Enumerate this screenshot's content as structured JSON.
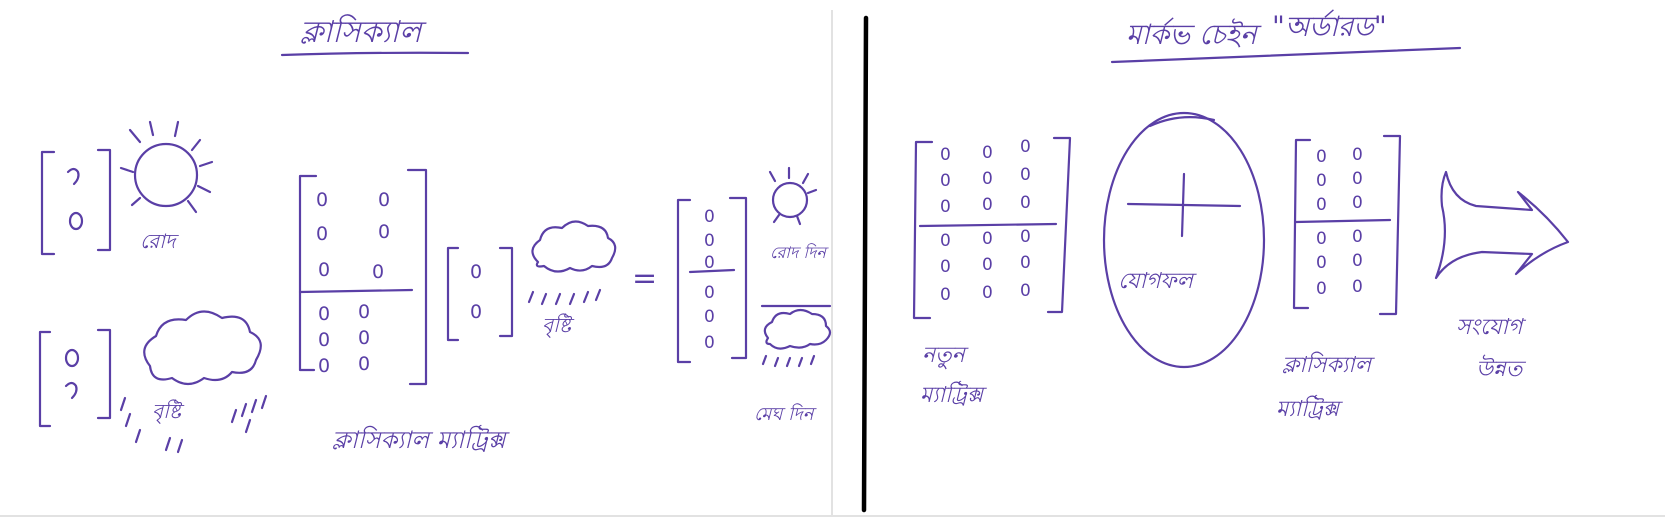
{
  "left_panel": {
    "title": "ক্লাসিক্যাল",
    "sun_label": "রোদ",
    "rain_label": "বৃষ্টি",
    "rain_label_small": "বৃষ্টি",
    "matrix_caption": "ক্লাসিক্যাল ম্যাট্রিক্স",
    "result_label_top": "রোদ দিন",
    "result_label_bottom": "মেঘ দিন",
    "equals": "="
  },
  "right_panel": {
    "title": "মার্কভ চেইন",
    "title_quote": "\"অর্ডারড\"",
    "plus": "+",
    "plus_caption": "যোগফল",
    "matrix_left_caption_1": "নতুন",
    "matrix_left_caption_2": "ম্যাট্রিক্স",
    "matrix_right_caption_1": "ক্লাসিক্যাল",
    "matrix_right_caption_2": "ম্যাট্রিক্স",
    "arrow_caption_1": "সংযোগ",
    "arrow_caption_2": "উন্নত"
  },
  "icons": [
    "sun-icon",
    "cloud-icon",
    "rain-icon",
    "plus-icon",
    "arrow-right-icon"
  ],
  "colors": {
    "ink": "#5a3fa6",
    "divider": "#000000",
    "paper": "#ffffff"
  }
}
